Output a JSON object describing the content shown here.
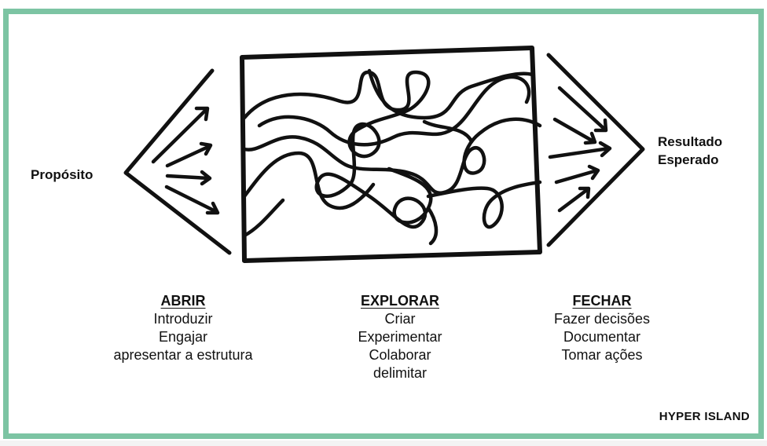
{
  "diagram": {
    "left_label": "Propósito",
    "right_label_line1": "Resultado",
    "right_label_line2": "Esperado",
    "brand": "HYPER ISLAND",
    "border_color": "#7cc4a3"
  },
  "phases": [
    {
      "title": "ABRIR",
      "items": [
        "Introduzir",
        "Engajar",
        "apresentar a estrutura"
      ]
    },
    {
      "title": "EXPLORAR",
      "items": [
        "Criar",
        "Experimentar",
        "Colaborar",
        "delimitar"
      ]
    },
    {
      "title": "FECHAR",
      "items": [
        "Fazer decisões",
        "Documentar",
        "Tomar ações"
      ]
    }
  ]
}
